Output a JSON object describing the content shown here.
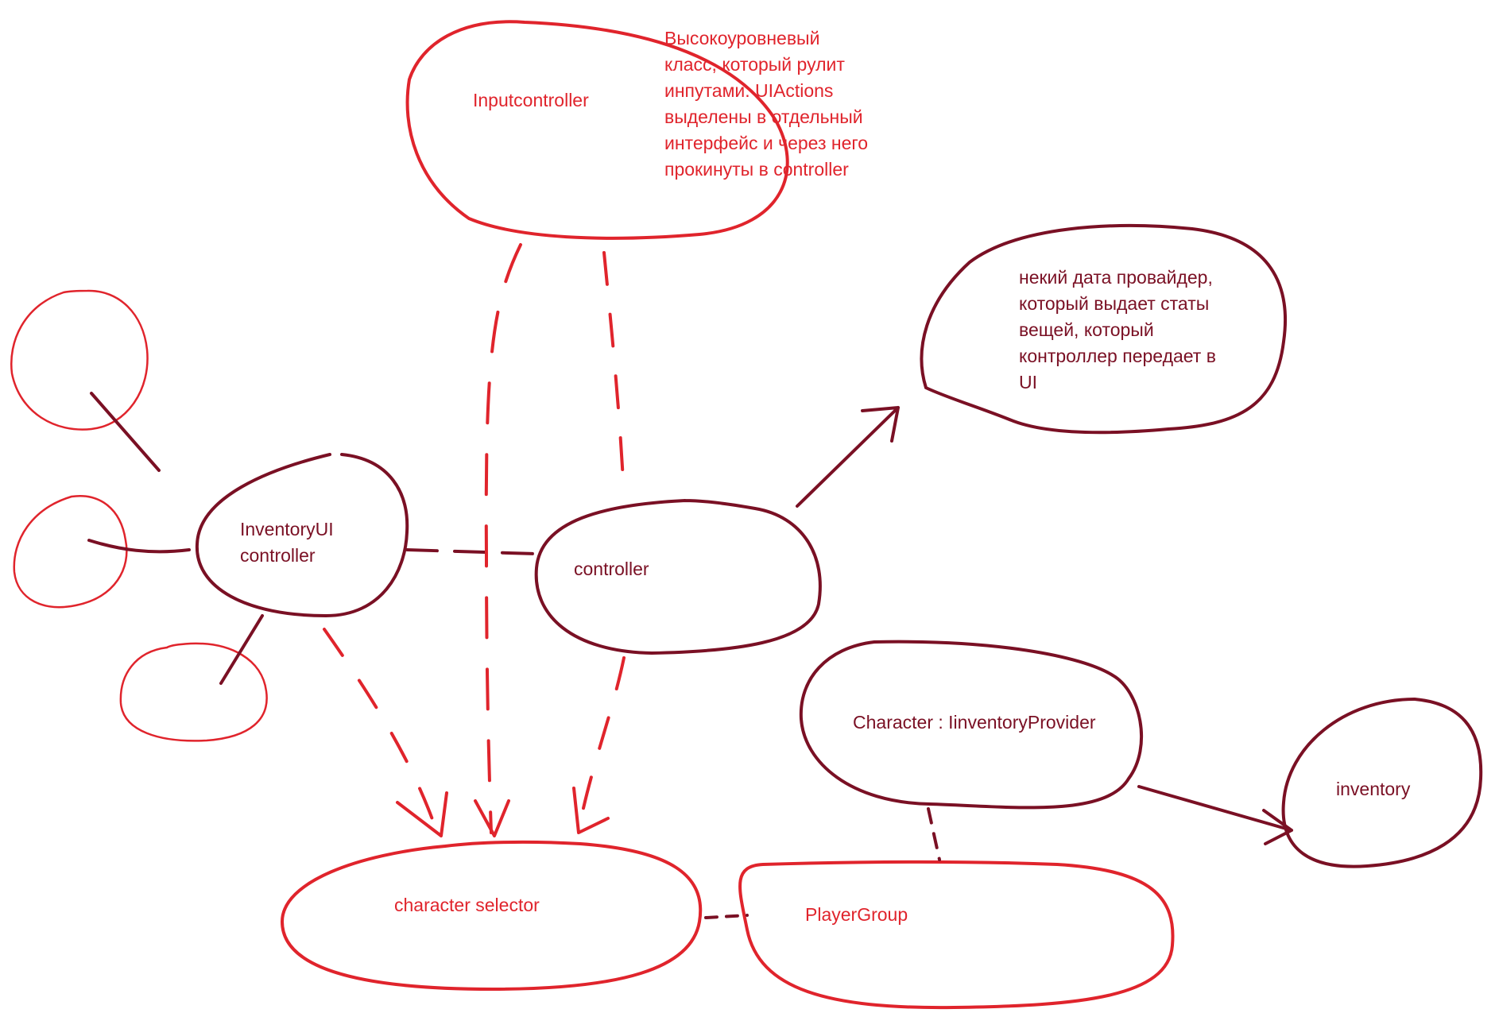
{
  "colors": {
    "red": "#e0242c",
    "dark": "#7a1024",
    "background": "#ffffff"
  },
  "nodes": {
    "input_controller": {
      "label": "Inputcontroller"
    },
    "input_controller_note": {
      "text": "Высокоуровневый\nкласс, который рулит\nинпутами. UIActions\nвыделены в отдельный\nинтерфейс и через него\nпрокинуты в controller"
    },
    "data_provider": {
      "text": "некий дата провайдер,\nкоторый выдает статы\nвещей, который\nконтроллер передает в\nUI"
    },
    "inventory_ui_controller": {
      "label": "InventoryUI\ncontroller"
    },
    "controller": {
      "label": "controller"
    },
    "character": {
      "label": "Character : IinventoryProvider"
    },
    "inventory": {
      "label": "inventory"
    },
    "character_selector": {
      "label": "character selector"
    },
    "player_group": {
      "label": "PlayerGroup"
    }
  },
  "unlabeled_nodes": [
    "ui-widget-top",
    "ui-widget-middle",
    "ui-widget-bottom"
  ]
}
